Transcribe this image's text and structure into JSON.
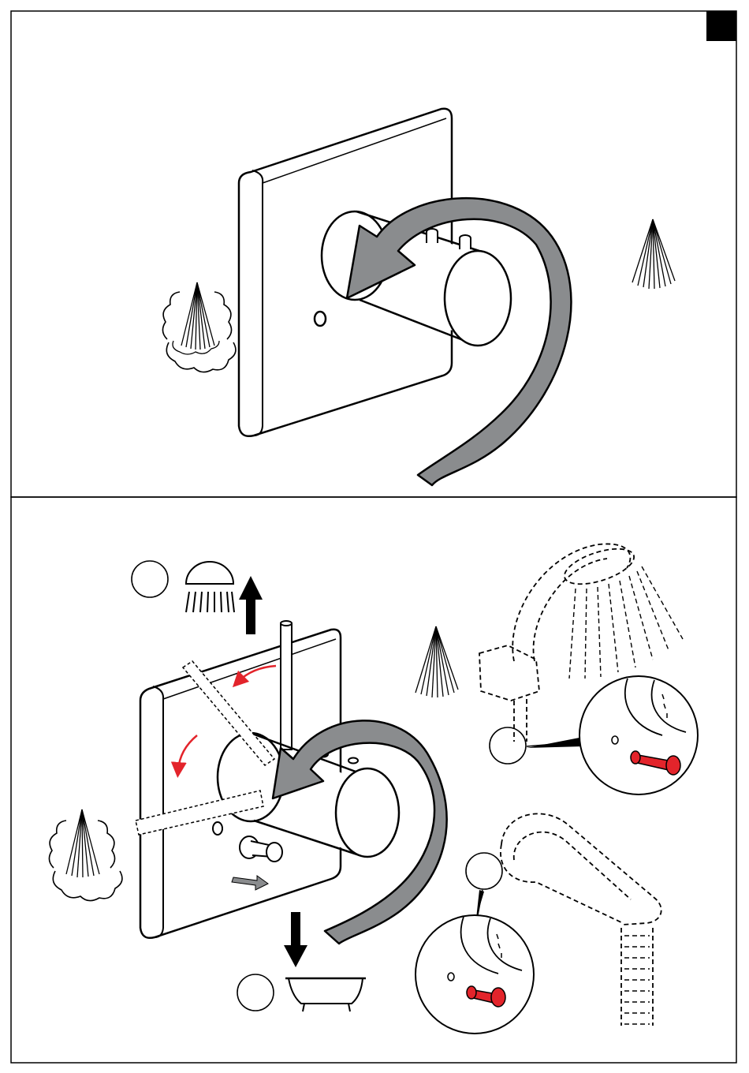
{
  "page": {
    "corner_marker": "black-square-marker"
  },
  "colors": {
    "line": "#000000",
    "arrow_fill": "#8a8c8e",
    "accent_red": "#e3242b",
    "background": "#ffffff"
  },
  "panels": [
    {
      "id": "panel-top",
      "elements": [
        "square-wall-plate",
        "thermostat-cylinder",
        "large-rotation-arrow",
        "steam-spray-icon",
        "cold-spray-icon"
      ]
    },
    {
      "id": "panel-bottom",
      "elements": [
        "wall-plate",
        "diverter-handle",
        "shower-mode-icon",
        "bath-mode-icon",
        "hand-shower-detail",
        "bath-spout-detail"
      ],
      "callout_circles": [
        "",
        "",
        "",
        ""
      ]
    }
  ],
  "icons": [
    "steam-spray-icon",
    "spray-icon",
    "shower-head-icon",
    "bathtub-icon",
    "up-arrow-icon",
    "down-arrow-icon",
    "push-button-icon"
  ]
}
